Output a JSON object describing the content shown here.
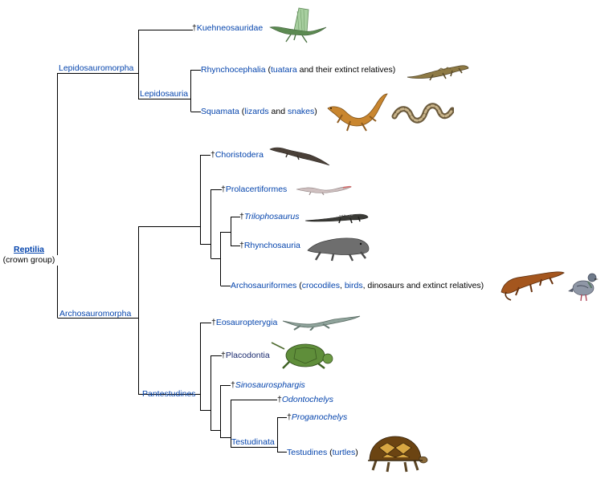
{
  "root": {
    "name": "Reptilia",
    "note": "(crown group)"
  },
  "clades": {
    "lepidosauromorpha": "Lepidosauromorpha",
    "lepidosauria": "Lepidosauria",
    "archosauromorpha": "Archosauromorpha",
    "pantestudines": "Pantestudines",
    "testudinata": "Testudinata"
  },
  "taxa": {
    "kuehneosauridae": {
      "dagger": "†",
      "name": "Kuehneosauridae"
    },
    "rhynchocephalia": {
      "name": "Rhynchocephalia",
      "open": " (",
      "link": "tuatara",
      "rest": " and their extinct relatives)"
    },
    "squamata": {
      "name": "Squamata",
      "open": " (",
      "link1": "lizards",
      "and": " and ",
      "link2": "snakes",
      "close": ")"
    },
    "choristodera": {
      "dagger": "†",
      "name": "Choristodera"
    },
    "prolacertiformes": {
      "dagger": "†",
      "name": "Prolacertiformes"
    },
    "trilophosaurus": {
      "dagger": "†",
      "name": "Trilophosaurus"
    },
    "rhynchosauria": {
      "dagger": "†",
      "name": "Rhynchosauria"
    },
    "archosauriformes": {
      "name": "Archosauriformes",
      "open": " (",
      "link1": "crocodiles",
      "comma": ", ",
      "link2": "birds",
      "rest": ", dinosaurs and extinct relatives)"
    },
    "eosauropterygia": {
      "dagger": "†",
      "name": "Eosauropterygia"
    },
    "placodontia": {
      "dagger": "†",
      "name": "Placodontia"
    },
    "sinosaurosphargis": {
      "dagger": "†",
      "name": "Sinosaurosphargis"
    },
    "odontochelys": {
      "dagger": "†",
      "name": "Odontochelys"
    },
    "proganochelys": {
      "dagger": "†",
      "name": "Proganochelys"
    },
    "testudines": {
      "name": "Testudines",
      "open": " (",
      "link": "turtles",
      "close": ")"
    }
  },
  "icons": [
    "kuehneosaur-icon",
    "tuatara-icon",
    "lizard-icon",
    "snake-icon",
    "choristodere-icon",
    "prolacertiform-icon",
    "trilophosaurus-icon",
    "rhynchosaur-icon",
    "crocodile-icon",
    "pigeon-icon",
    "plesiosaur-icon",
    "placodont-icon",
    "tortoise-icon"
  ],
  "colors": {
    "link": "#0645ad",
    "line": "#000000"
  }
}
